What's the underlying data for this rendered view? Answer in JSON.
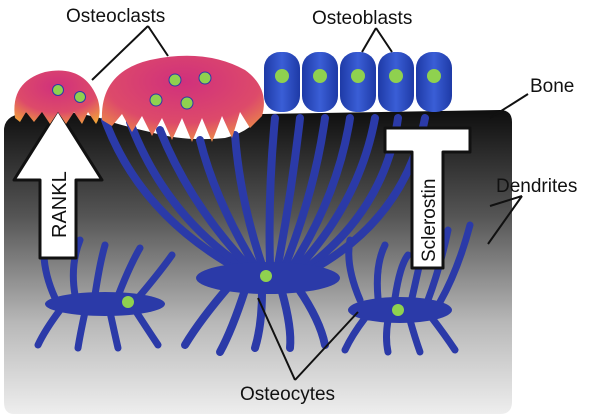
{
  "labels": {
    "osteoclasts": "Osteoclasts",
    "osteoblasts": "Osteoblasts",
    "bone": "Bone",
    "dendrites": "Dendrites",
    "osteocytes": "Osteocytes",
    "rankl": "RANKL",
    "sclerostin": "Sclerostin"
  },
  "colors": {
    "osteocyte_blue": "#2b3aa8",
    "nucleus_green": "#8fd14f",
    "osteoclast_pink": "#d6357a",
    "osteoclast_orange": "#f0a33a",
    "bone_dark": "#111111",
    "bone_light": "#e8e8e8",
    "arrow_fill": "#ffffff"
  },
  "icons": {
    "rankl_arrow": "up-arrow-icon",
    "sclerostin_inhibitor": "t-bar-inhibition-icon"
  }
}
